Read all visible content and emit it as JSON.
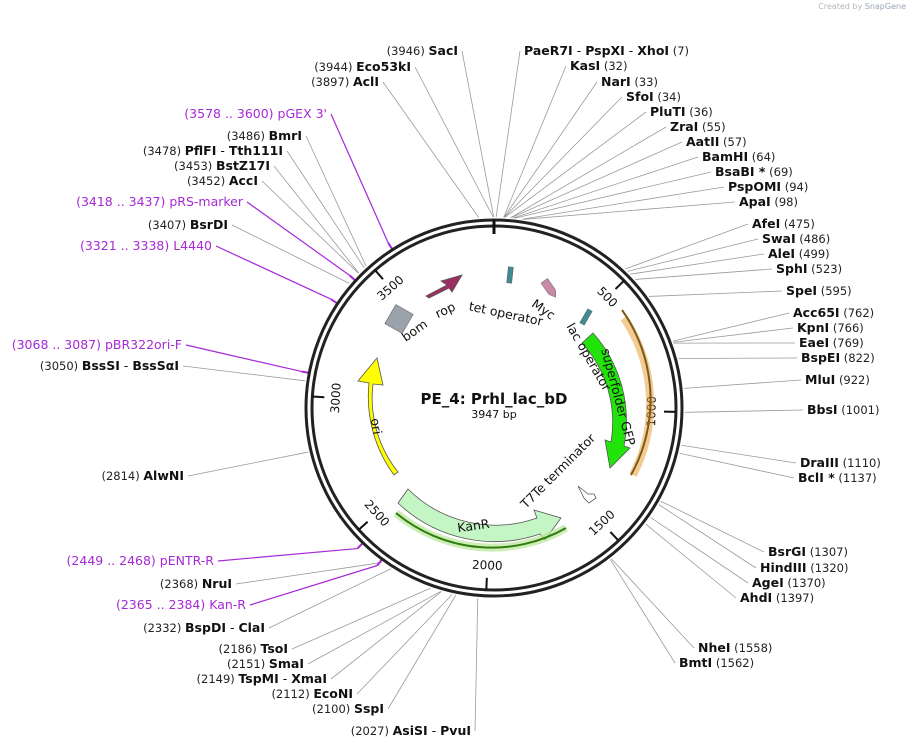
{
  "credit": {
    "prefix": "Created by",
    "brand": "SnapGene"
  },
  "plasmid": {
    "name": "PE_4: Prhl_lac_bD",
    "length_label": "3947 bp",
    "length": 3947
  },
  "ticks": [
    "500",
    "1000",
    "1500",
    "2000",
    "2500",
    "3000",
    "3500"
  ],
  "enzymes": [
    {
      "name": "PaeR7I",
      "pos": "(7)",
      "group": "top"
    },
    {
      "name": "PspXI",
      "pos": "",
      "group": "top"
    },
    {
      "name": "XhoI",
      "pos": "",
      "group": "top"
    },
    {
      "name": "KasI",
      "pos": "(32)"
    },
    {
      "name": "NarI",
      "pos": "(33)"
    },
    {
      "name": "SfoI",
      "pos": "(34)"
    },
    {
      "name": "PluTI",
      "pos": "(36)"
    },
    {
      "name": "ZraI",
      "pos": "(55)"
    },
    {
      "name": "AatII",
      "pos": "(57)"
    },
    {
      "name": "BamHI",
      "pos": "(64)"
    },
    {
      "name": "BsaBI *",
      "pos": "(69)"
    },
    {
      "name": "PspOMI",
      "pos": "(94)"
    },
    {
      "name": "ApaI",
      "pos": "(98)"
    },
    {
      "name": "AfeI",
      "pos": "(475)"
    },
    {
      "name": "SwaI",
      "pos": "(486)"
    },
    {
      "name": "AleI",
      "pos": "(499)"
    },
    {
      "name": "SphI",
      "pos": "(523)"
    },
    {
      "name": "SpeI",
      "pos": "(595)"
    },
    {
      "name": "Acc65I",
      "pos": "(762)"
    },
    {
      "name": "KpnI",
      "pos": "(766)"
    },
    {
      "name": "EaeI",
      "pos": "(769)"
    },
    {
      "name": "BspEI",
      "pos": "(822)"
    },
    {
      "name": "MluI",
      "pos": "(922)"
    },
    {
      "name": "BbsI",
      "pos": "(1001)"
    },
    {
      "name": "DraIII",
      "pos": "(1110)"
    },
    {
      "name": "BclI *",
      "pos": "(1137)"
    },
    {
      "name": "BsrGI",
      "pos": "(1307)"
    },
    {
      "name": "HindIII",
      "pos": "(1320)"
    },
    {
      "name": "AgeI",
      "pos": "(1370)"
    },
    {
      "name": "AhdI",
      "pos": "(1397)"
    },
    {
      "name": "NheI",
      "pos": "(1558)"
    },
    {
      "name": "BmtI",
      "pos": "(1562)"
    },
    {
      "name": "AsiSI",
      "pos": "(2027)"
    },
    {
      "name": "PvuI",
      "pos": ""
    },
    {
      "name": "SspI",
      "pos": "(2100)"
    },
    {
      "name": "EcoNI",
      "pos": "(2112)"
    },
    {
      "name": "TspMI",
      "pos": "(2149)"
    },
    {
      "name": "XmaI",
      "pos": ""
    },
    {
      "name": "SmaI",
      "pos": "(2151)"
    },
    {
      "name": "TsoI",
      "pos": "(2186)"
    },
    {
      "name": "BspDI",
      "pos": "(2332)"
    },
    {
      "name": "ClaI",
      "pos": ""
    },
    {
      "name": "NruI",
      "pos": "(2368)"
    },
    {
      "name": "AlwNI",
      "pos": "(2814)"
    },
    {
      "name": "BssSI",
      "pos": "(3050)"
    },
    {
      "name": "BssSαI",
      "pos": ""
    },
    {
      "name": "BsrDI",
      "pos": "(3407)"
    },
    {
      "name": "AccI",
      "pos": "(3452)"
    },
    {
      "name": "BstZ17I",
      "pos": "(3453)"
    },
    {
      "name": "PflFI",
      "pos": "(3478)"
    },
    {
      "name": "Tth111I",
      "pos": ""
    },
    {
      "name": "BmrI",
      "pos": "(3486)"
    },
    {
      "name": "AclI",
      "pos": "(3897)"
    },
    {
      "name": "Eco53kI",
      "pos": "(3944)"
    },
    {
      "name": "SacI",
      "pos": "(3946)"
    }
  ],
  "primers": [
    {
      "name": "pGEX 3'",
      "range": "(3578 .. 3600)"
    },
    {
      "name": "pRS-marker",
      "range": "(3418 .. 3437)"
    },
    {
      "name": "L4440",
      "range": "(3321 .. 3338)"
    },
    {
      "name": "pBR322ori-F",
      "range": "(3068 .. 3087)"
    },
    {
      "name": "pENTR-R",
      "range": "(2449 .. 2468)"
    },
    {
      "name": "Kan-R",
      "range": "(2365 .. 2384)"
    }
  ],
  "features": [
    {
      "name": "tet operator",
      "color": "#3e8c94"
    },
    {
      "name": "Myc",
      "color": "#c98aa6"
    },
    {
      "name": "lac operator",
      "color": "#3e8c94"
    },
    {
      "name": "superfolder GFP",
      "color": "#22e40a"
    },
    {
      "name": "T7Te terminator",
      "color": "#ffffff"
    },
    {
      "name": "KanR",
      "color": "#c4f5c4"
    },
    {
      "name": "ori",
      "color": "#ffff00"
    },
    {
      "name": "bom",
      "color": "#9ba2ab"
    },
    {
      "name": "rop",
      "color": "#9b2e63"
    }
  ],
  "colors": {
    "primer": "#a629d6",
    "orf_outline_gfp": "#e8a33a",
    "orf_outline_kan": "#2f7d0a"
  }
}
